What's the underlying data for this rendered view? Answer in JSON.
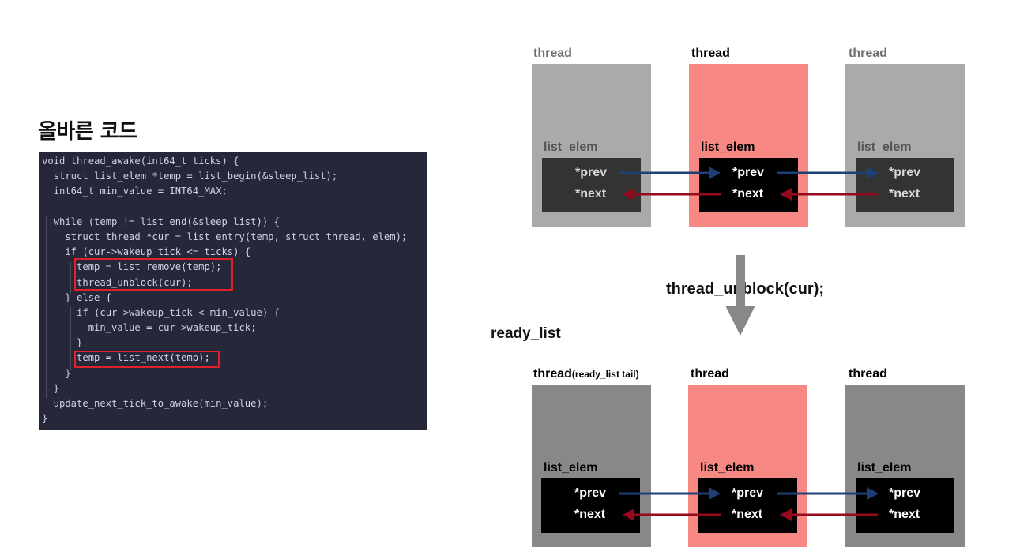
{
  "heading": "올바른 코드",
  "code": {
    "lines": [
      "void thread_awake(int64_t ticks) {",
      "  struct list_elem *temp = list_begin(&sleep_list);",
      "  int64_t min_value = INT64_MAX;",
      "",
      "  while (temp != list_end(&sleep_list)) {",
      "    struct thread *cur = list_entry(temp, struct thread, elem);",
      "    if (cur->wakeup_tick <= ticks) {",
      "      temp = list_remove(temp);",
      "      thread_unblock(cur);",
      "    } else {",
      "      if (cur->wakeup_tick < min_value) {",
      "        min_value = cur->wakeup_tick;",
      "      }",
      "      temp = list_next(temp);",
      "    }",
      "  }",
      "  update_next_tick_to_awake(min_value);",
      "}"
    ],
    "highlight_color": "#e0202a"
  },
  "top_row": {
    "threads": [
      {
        "label": "thread",
        "elem_label": "list_elem",
        "prev": "*prev",
        "next": "*next",
        "active": false
      },
      {
        "label": "thread",
        "elem_label": "list_elem",
        "prev": "*prev",
        "next": "*next",
        "active": true
      },
      {
        "label": "thread",
        "elem_label": "list_elem",
        "prev": "*prev",
        "next": "*next",
        "active": false
      }
    ]
  },
  "transition_label": "thread_unblock(cur);",
  "ready_list_label": "ready_list",
  "bottom_row": {
    "threads": [
      {
        "label": "thread",
        "sublabel": "(ready_list tail)",
        "elem_label": "list_elem",
        "prev": "*prev",
        "next": "*next",
        "active": false
      },
      {
        "label": "thread",
        "sublabel": "",
        "elem_label": "list_elem",
        "prev": "*prev",
        "next": "*next",
        "active": true
      },
      {
        "label": "thread",
        "sublabel": "",
        "elem_label": "list_elem",
        "prev": "*prev",
        "next": "*next",
        "active": false
      }
    ]
  },
  "colors": {
    "inactive_thread_top": "#aaaaaa",
    "inactive_thread_bottom": "#888888",
    "active_thread": "#f78884",
    "inactive_elem_top": "#333333",
    "active_elem": "#000000",
    "prev_arrow": "#1f3f78",
    "next_arrow": "#960a1e",
    "down_arrow": "#888888"
  }
}
